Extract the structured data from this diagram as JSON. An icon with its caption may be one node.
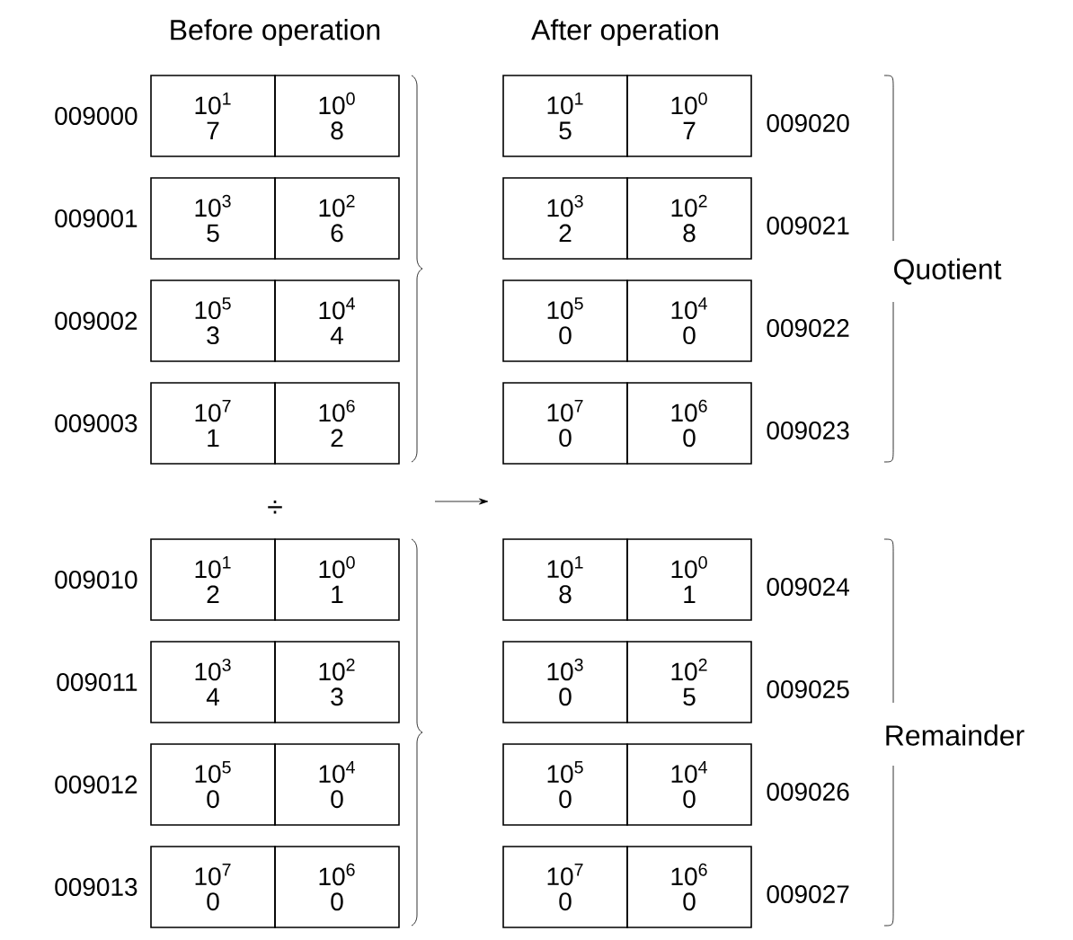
{
  "diagram": {
    "nodes": [
      {
        "text": [
          "10$^{1}$",
          "7"
        ]
      },
      {
        "text": [
          "10$^{0}$",
          "8"
        ]
      },
      {
        "text": [
          "10$^{1}$",
          "5"
        ]
      },
      {
        "text": [
          "10$^{0}$",
          "7"
        ]
      },
      {
        "text": [
          "10$^{3}$",
          "5"
        ]
      },
      {
        "text": [
          "10$^{2}$",
          "6"
        ]
      },
      {
        "text": [
          "10$^{3}$",
          "2"
        ]
      },
      {
        "text": [
          "10$^{2}$",
          "8"
        ]
      },
      {
        "text": [
          "10$^{5}$",
          "3"
        ]
      },
      {
        "text": [
          "10$^{4}$",
          "4"
        ]
      },
      {
        "text": [
          "10$^{5}$",
          "0"
        ]
      },
      {
        "text": [
          "10$^{4}$",
          "0"
        ]
      },
      {
        "text": [
          "10$^{7}$",
          "1"
        ]
      },
      {
        "text": [
          "10$^{6}$",
          "2"
        ]
      },
      {
        "text": [
          "10$^{7}$",
          "0"
        ]
      },
      {
        "text": [
          "10$^{6}$",
          "0"
        ]
      },
      {
        "text": [
          "10$^{1}$",
          "2"
        ]
      },
      {
        "text": [
          "10$^{0}$",
          "1"
        ]
      },
      {
        "text": [
          "10$^{1}$",
          "8"
        ]
      },
      {
        "text": [
          "10$^{0}$",
          "1"
        ]
      },
      {
        "text": [
          "10$^{3}$",
          "4"
        ]
      },
      {
        "text": [
          "10$^{2}$",
          "3"
        ]
      },
      {
        "text": [
          "10$^{3}$",
          "0"
        ]
      },
      {
        "text": [
          "10$^{2}$",
          "5"
        ]
      },
      {
        "text": [
          "10$^{5}$",
          "0"
        ]
      },
      {
        "text": [
          "10$^{4}$",
          "0"
        ]
      },
      {
        "text": [
          "10$^{5}$",
          "0"
        ]
      },
      {
        "text": [
          "10$^{4}$",
          "0"
        ]
      },
      {
        "text": [
          "10$^{7}$",
          "0"
        ]
      },
      {
        "text": [
          "10$^{6}$",
          "0"
        ]
      },
      {
        "text": [
          "10$^{7}$",
          "0"
        ]
      },
      {
        "text": [
          "10$^{6}$",
          "0"
        ]
      }
    ],
    "labels": [
      "Before operation",
      "After operation",
      "009000",
      "009020",
      "009001",
      "009021",
      "Quotient",
      "009002",
      "009022",
      "009003",
      "009023",
      "÷",
      "009010",
      "009024",
      "009011",
      "009025",
      "Remainder",
      "009012",
      "009026",
      "009013",
      "009027"
    ]
  }
}
